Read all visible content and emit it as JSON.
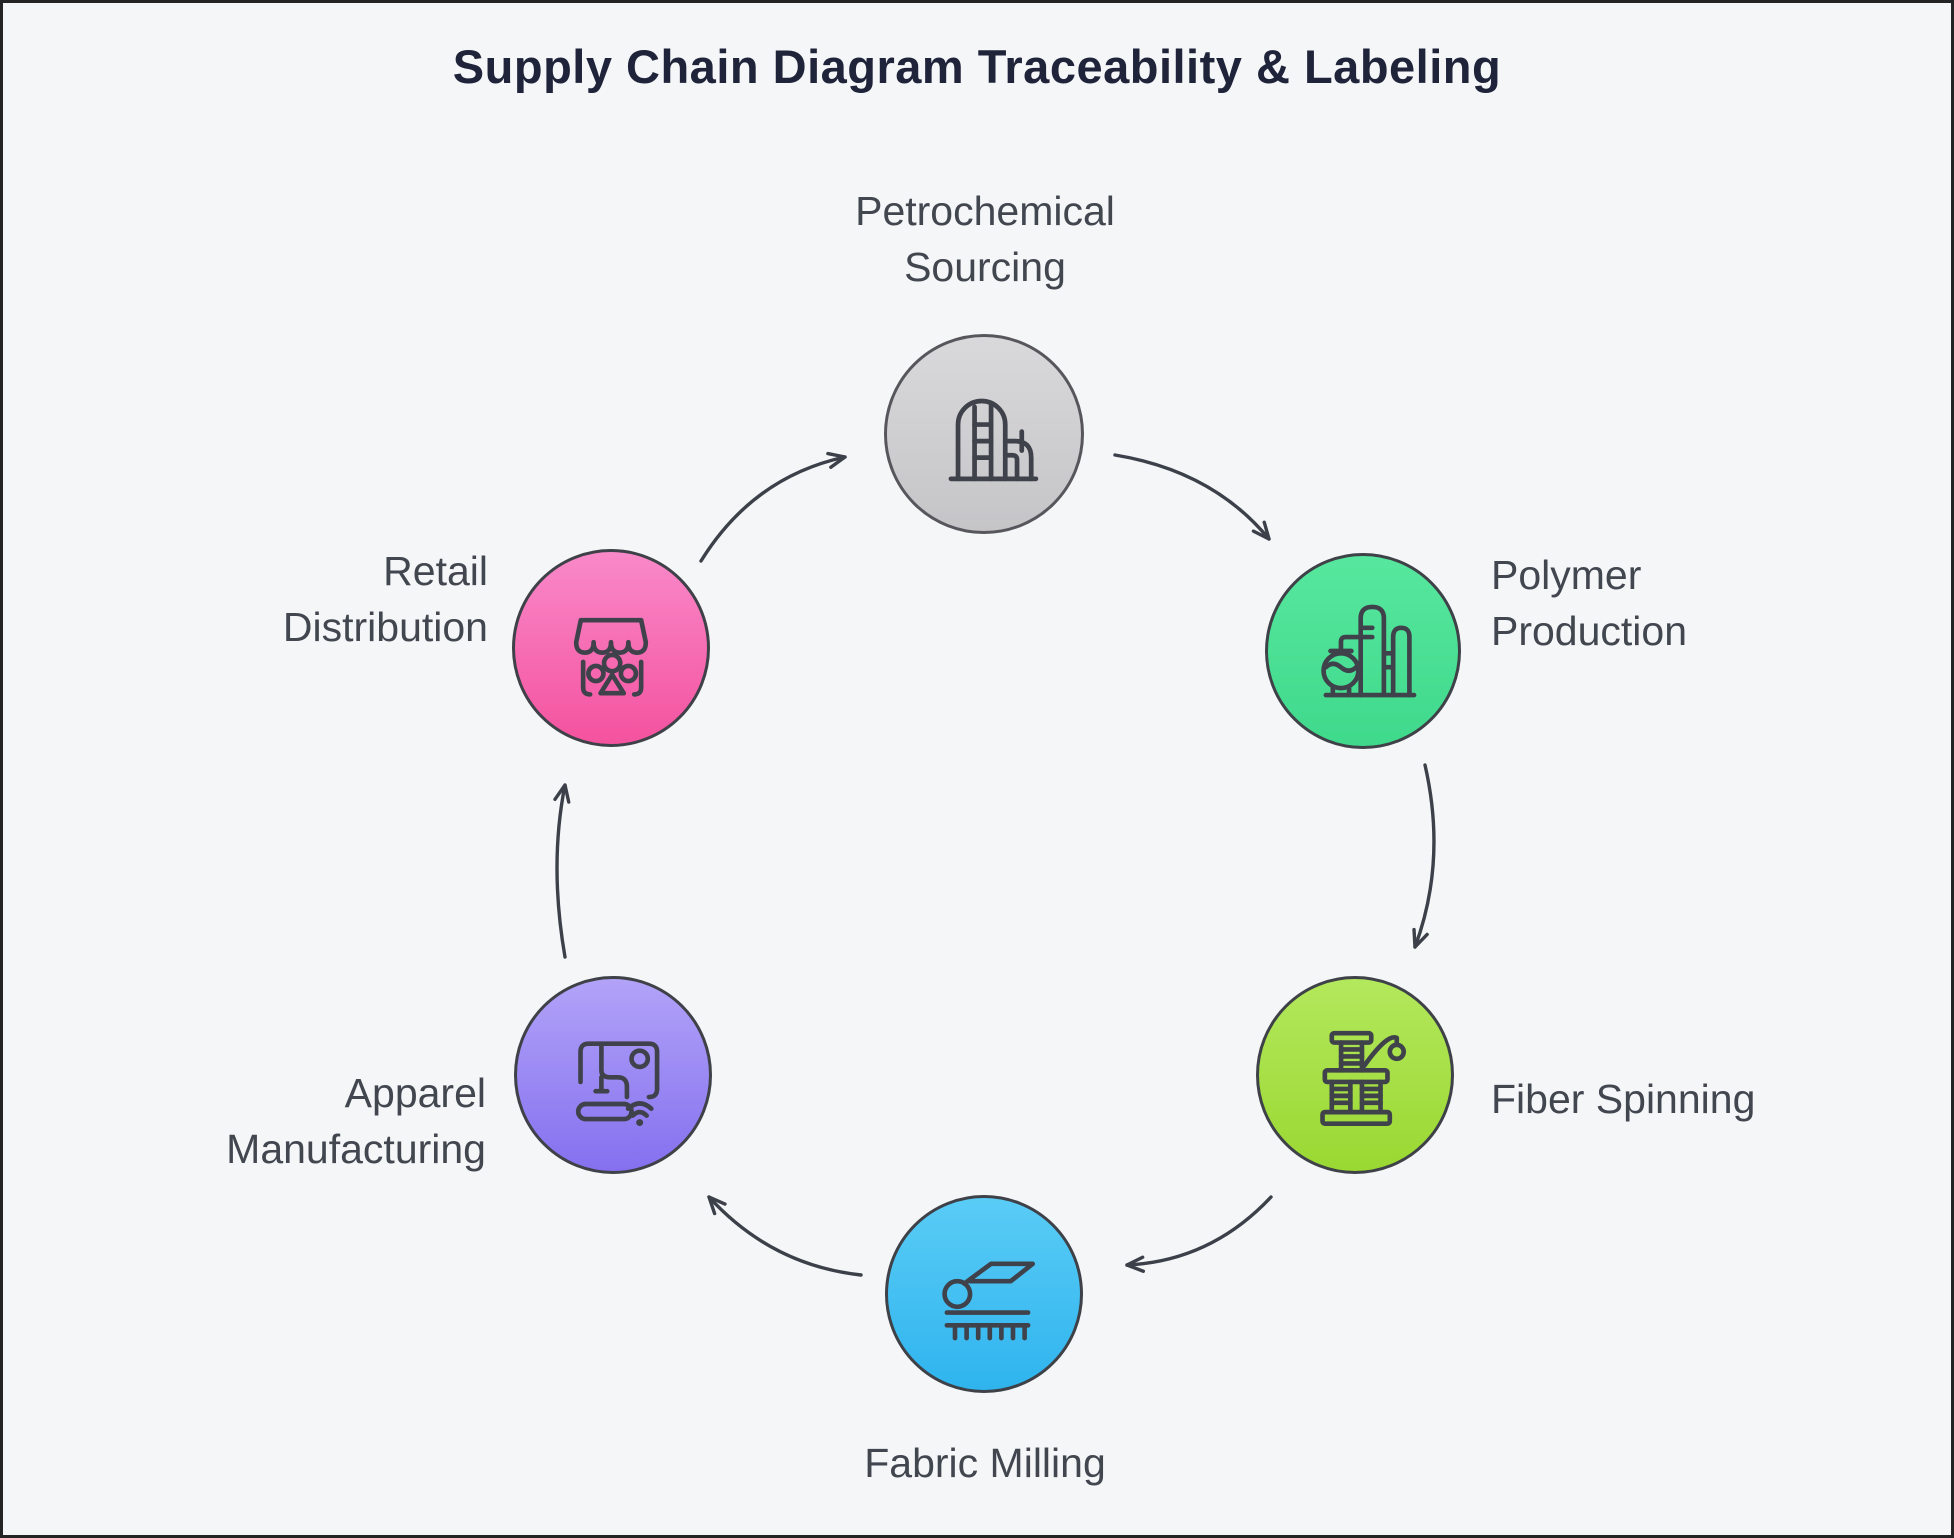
{
  "title": "Supply Chain Diagram Traceability & Labeling",
  "colors": {
    "background": "#f4f6f8",
    "title_text": "#20243a",
    "label_text": "#42464f",
    "arrow": "#3c4049",
    "circle_border": "#3e4147"
  },
  "nodes": [
    {
      "id": "petrochemical-sourcing",
      "label": "Petrochemical Sourcing",
      "label_lines": [
        "Petrochemical",
        "Sourcing"
      ],
      "icon": "oil-silo-icon",
      "color_top": "#d9d9db",
      "color_bottom": "#c5c5c8",
      "border_color": "#56565c",
      "label_position": "top"
    },
    {
      "id": "polymer-production",
      "label": "Polymer Production",
      "label_lines": [
        "Polymer",
        "Production"
      ],
      "icon": "chemical-plant-icon",
      "color_top": "#57e79e",
      "color_bottom": "#3fd98c",
      "border_color": "#3e4147",
      "label_position": "right"
    },
    {
      "id": "fiber-spinning",
      "label": "Fiber Spinning",
      "label_lines": [
        "Fiber Spinning"
      ],
      "icon": "spinning-machine-icon",
      "color_top": "#b3e85c",
      "color_bottom": "#9ad832",
      "border_color": "#3e4147",
      "label_position": "right"
    },
    {
      "id": "fabric-milling",
      "label": "Fabric Milling",
      "label_lines": [
        "Fabric Milling"
      ],
      "icon": "fabric-roll-icon",
      "color_top": "#5accf6",
      "color_bottom": "#2fb4ee",
      "border_color": "#3e4147",
      "label_position": "bottom"
    },
    {
      "id": "apparel-manufacturing",
      "label": "Apparel Manufacturing",
      "label_lines": [
        "Apparel",
        "Manufacturing"
      ],
      "icon": "sewing-machine-icon",
      "color_top": "#b2a3f8",
      "color_bottom": "#8570ef",
      "border_color": "#3e4147",
      "label_position": "left"
    },
    {
      "id": "retail-distribution",
      "label": "Retail Distribution",
      "label_lines": [
        "Retail",
        "Distribution"
      ],
      "icon": "storefront-icon",
      "color_top": "#f989c9",
      "color_bottom": "#f4529f",
      "border_color": "#3e4147",
      "label_position": "left"
    }
  ],
  "arrows": [
    {
      "from": "petrochemical-sourcing",
      "to": "polymer-production"
    },
    {
      "from": "polymer-production",
      "to": "fiber-spinning"
    },
    {
      "from": "fiber-spinning",
      "to": "fabric-milling"
    },
    {
      "from": "fabric-milling",
      "to": "apparel-manufacturing"
    },
    {
      "from": "apparel-manufacturing",
      "to": "retail-distribution"
    },
    {
      "from": "retail-distribution",
      "to": "petrochemical-sourcing"
    }
  ]
}
